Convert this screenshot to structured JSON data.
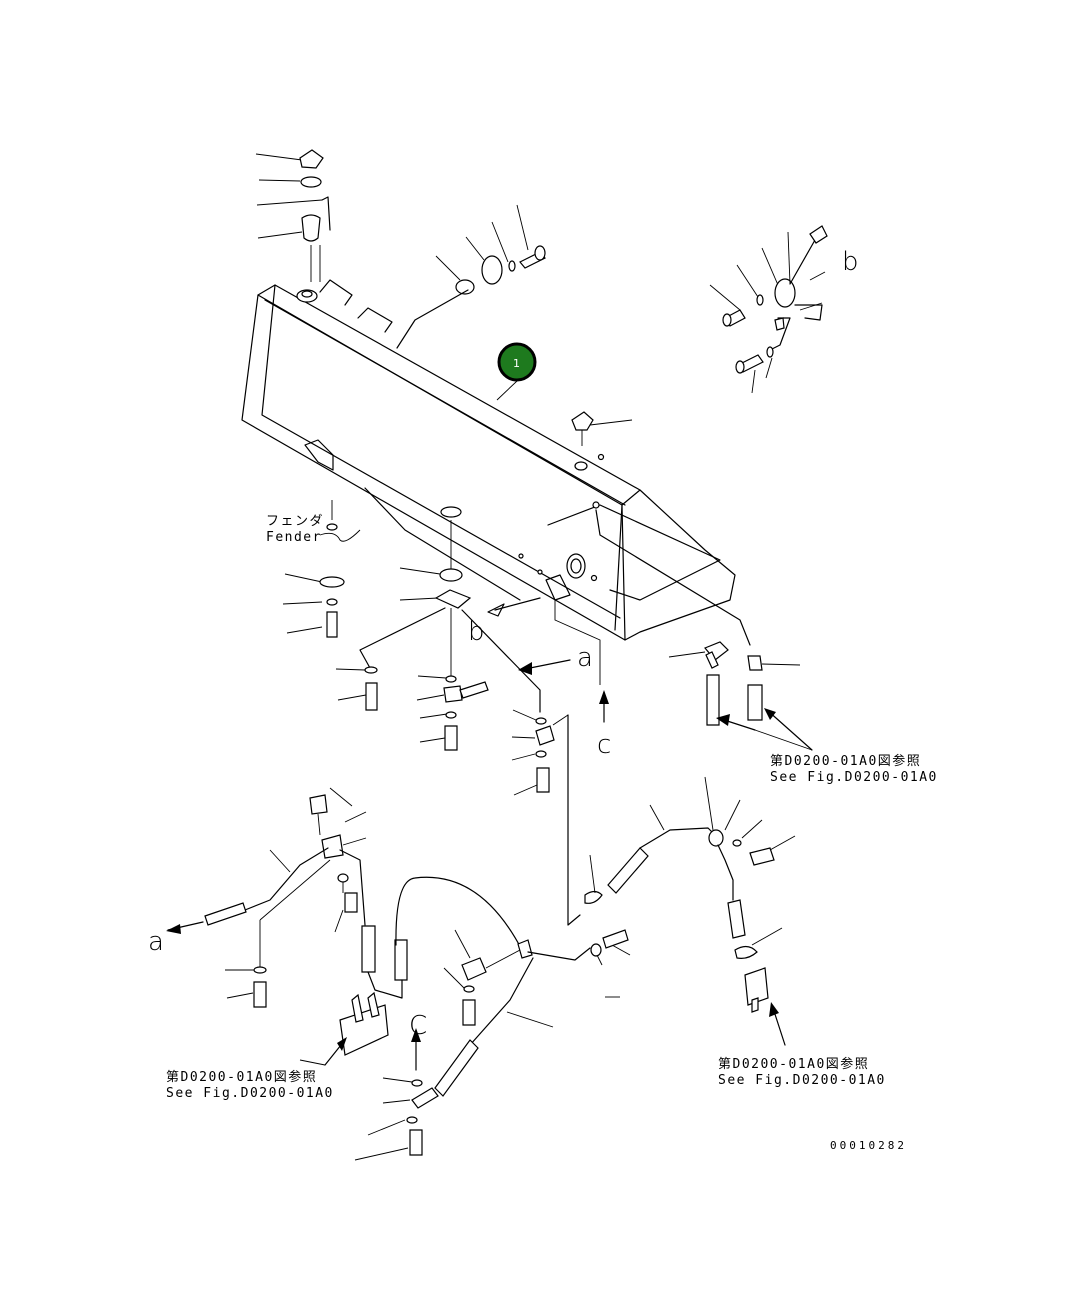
{
  "callout": {
    "number": "1",
    "color": "#1e7a1e",
    "ring_color": "#000000"
  },
  "labels": {
    "fender_jp": "フェンダ",
    "fender_en": "Fender",
    "ref_a_jp": "第D0200-01A0図参照",
    "ref_a_en": "See Fig.D0200-01A0",
    "ref_b_jp": "第D0200-01A0図参照",
    "ref_b_en": "See Fig.D0200-01A0",
    "ref_c_jp": "第D0200-01A0図参照",
    "ref_c_en": "See Fig.D0200-01A0"
  },
  "connection_letters": {
    "a_top": "a",
    "a_left": "a",
    "b_top": "b",
    "b_mid": "b",
    "c_mid": "c",
    "c_bottom": "C"
  },
  "document_id": "00010282"
}
